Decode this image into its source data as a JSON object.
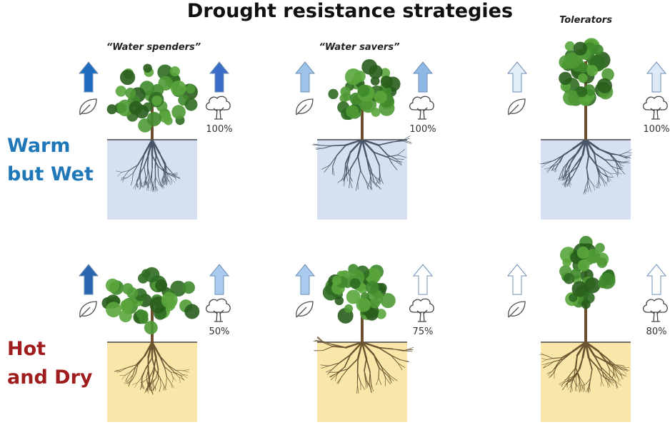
{
  "title": "Drought resistance strategies",
  "strategies": [
    "“Water spenders”",
    "“Water savers”",
    "Tolerators"
  ],
  "rows": [
    {
      "label_line1": "Warm",
      "label_line2": "but Wet",
      "label_color": "#1f77b8",
      "soil_color": "#d5e0f0",
      "root_color": "#4a5668",
      "cells": [
        {
          "leaf_arrow": "#1f6cbf",
          "tree_arrow": "#3b6cc8",
          "percent": "100%"
        },
        {
          "leaf_arrow": "#9dc3e8",
          "tree_arrow": "#8fb8e6",
          "percent": "100%"
        },
        {
          "leaf_arrow": "#e3eef9",
          "tree_arrow": "#dde9f7",
          "percent": "100%"
        }
      ]
    },
    {
      "label_line1": "Hot",
      "label_line2": "and Dry",
      "label_color": "#a01d1d",
      "soil_color": "#fbe6a9",
      "root_color": "#6b5530",
      "cells": [
        {
          "leaf_arrow": "#2a66b0",
          "tree_arrow": "#a9cbee",
          "percent": "50%"
        },
        {
          "leaf_arrow": "#a9cbee",
          "tree_arrow": "#ffffff",
          "percent": "75%"
        },
        {
          "leaf_arrow": "#ffffff",
          "tree_arrow": "#ffffff",
          "percent": "80%"
        }
      ]
    }
  ]
}
